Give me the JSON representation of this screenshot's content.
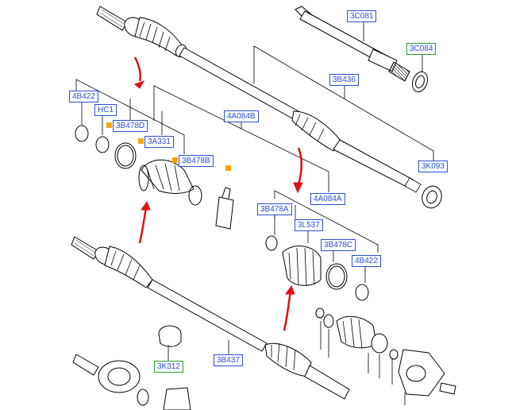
{
  "labels": {
    "l_3C081": "3C081",
    "l_3C084": "3C084",
    "l_3B436": "3B436",
    "l_4B422_top": "4B422",
    "l_HC1": "HC1",
    "l_3B478D": "3B478D",
    "l_3A331": "3A331",
    "l_3B478B": "3B478B",
    "l_4A084B": "4A084B",
    "l_3K093": "3K093",
    "l_4A084A": "4A084A",
    "l_3B478A": "3B478A",
    "l_3L537": "3L537",
    "l_3B478C": "3B478C",
    "l_4B422_bot": "4B422",
    "l_3K312": "3K312",
    "l_3B437": "3B437"
  },
  "colors": {
    "label_border": "#2b4fd6",
    "label_border_alt": "#2e9a2e",
    "arrow": "#e01010",
    "marker": "#f5a800",
    "line": "#000000"
  }
}
